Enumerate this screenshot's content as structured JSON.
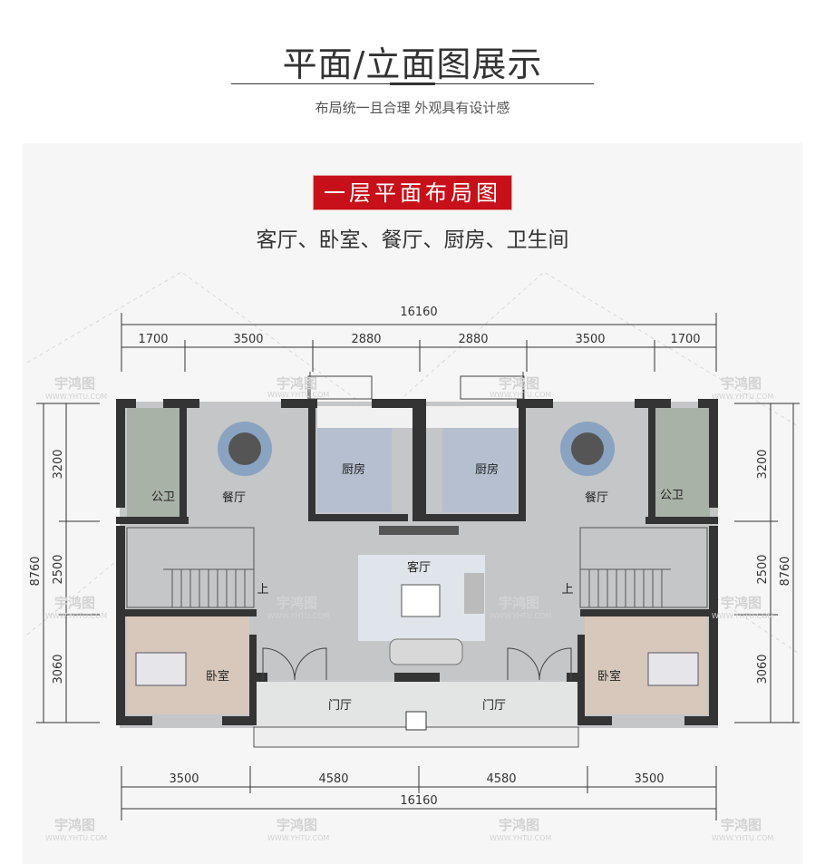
{
  "header": {
    "title": "平面/立面图展示",
    "subtitle": "布局统一且合理  外观具有设计感"
  },
  "plan": {
    "badge": "一层平面布局图",
    "rooms_summary": "客厅、卧室、餐厅、厨房、卫生间",
    "top_total": "16160",
    "top_dims": [
      "1700",
      "3500",
      "2880",
      "2880",
      "3500",
      "1700"
    ],
    "bottom_dims": [
      "3500",
      "4580",
      "4580",
      "3500"
    ],
    "bottom_total": "16160",
    "left_dims": [
      "3200",
      "2500",
      "3060"
    ],
    "left_total": "8760",
    "right_dims": [
      "3200",
      "2500",
      "3060"
    ],
    "right_total": "8760",
    "labels": {
      "wc_left": "公卫",
      "dining_left": "餐厅",
      "kitchen_left": "厨房",
      "kitchen_right": "厨房",
      "dining_right": "餐厅",
      "wc_right": "公卫",
      "living": "客厅",
      "bedroom_left": "卧室",
      "bedroom_right": "卧室",
      "foyer_left": "门厅",
      "foyer_right": "门厅",
      "stairs_up_left": "上",
      "stairs_up_right": "上"
    }
  },
  "watermark": {
    "brand": "宇鸿图",
    "url": "WWW.YHTU.COM"
  }
}
